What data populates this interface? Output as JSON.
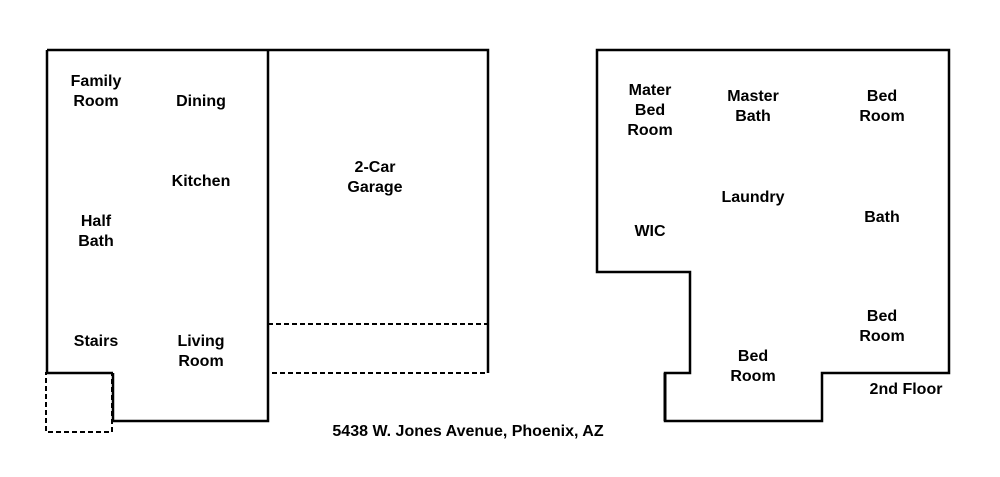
{
  "colors": {
    "line": "#000000",
    "background": "#ffffff"
  },
  "first_floor": {
    "family_room": "Family\nRoom",
    "dining": "Dining",
    "kitchen": "Kitchen",
    "half_bath": "Half\nBath",
    "stairs": "Stairs",
    "living_room": "Living\nRoom",
    "garage": "2-Car\nGarage"
  },
  "second_floor": {
    "mater_bed_room": "Mater\nBed\nRoom",
    "master_bath": "Master\nBath",
    "bed_room_top": "Bed\nRoom",
    "laundry": "Laundry",
    "wic": "WIC",
    "bath": "Bath",
    "bed_room_right": "Bed\nRoom",
    "bed_room_bottom": "Bed\nRoom",
    "floor_label": "2nd Floor"
  },
  "address": "5438 W. Jones Avenue, Phoenix, AZ"
}
